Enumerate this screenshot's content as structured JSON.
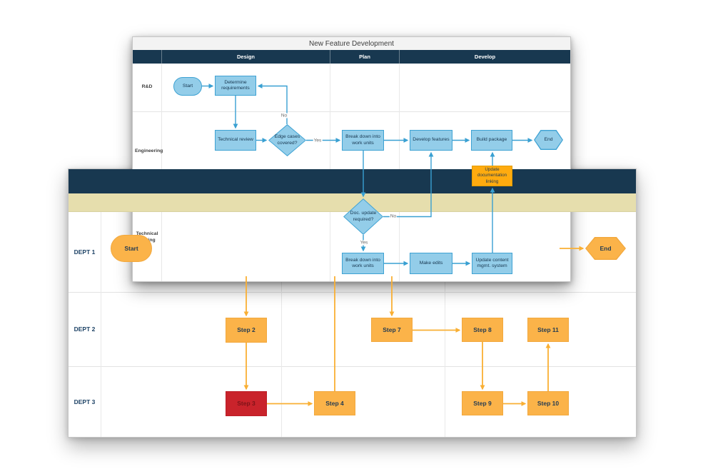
{
  "foreground": {
    "title": "New Feature Development",
    "columns": [
      "Design",
      "Plan",
      "Develop"
    ],
    "lanes": [
      "R&D",
      "Engineering",
      "Technical Writing"
    ],
    "nodes": {
      "start": "Start",
      "determine_requirements": "Determine requirements",
      "technical_review": "Technical review",
      "edge_cases_covered": "Edge cases covered?",
      "break_down_work_units_eng": "Break down into work units",
      "develop_features": "Develop features",
      "build_package": "Build package",
      "end": "End",
      "doc_update_required": "Doc. update required?",
      "break_down_work_units_tw": "Break down into work units",
      "make_edits": "Make edits",
      "update_content_mgmt": "Update content mgmt. system",
      "update_documentation_linking": "Update documentation linking"
    },
    "edge_labels": {
      "edge_cases_no": "No",
      "edge_cases_yes": "Yes",
      "doc_update_no": "No",
      "doc_update_yes": "Yes"
    }
  },
  "background": {
    "lanes": [
      "DEPT 1",
      "DEPT 2",
      "DEPT 3"
    ],
    "nodes": {
      "start": "Start",
      "step2": "Step 2",
      "step3": "Step 3",
      "step4": "Step 4",
      "step7": "Step 7",
      "step8": "Step 8",
      "step9": "Step 9",
      "step10": "Step 10",
      "step11": "Step 11",
      "end": "End"
    }
  },
  "colors": {
    "navy": "#183850",
    "tan": "#e6dead",
    "blue_fill": "#93cde9",
    "blue_border": "#3ea2d3",
    "blue_arrow": "#39a0d2",
    "orange_fill": "#fbb349",
    "orange_border": "#f2a83d",
    "orange_arrow": "#f9af33",
    "orange_deep": "#ffab0f",
    "orange_deep_border": "#e39c00",
    "red_fill": "#c9232b",
    "red_text": "#7d1318"
  }
}
